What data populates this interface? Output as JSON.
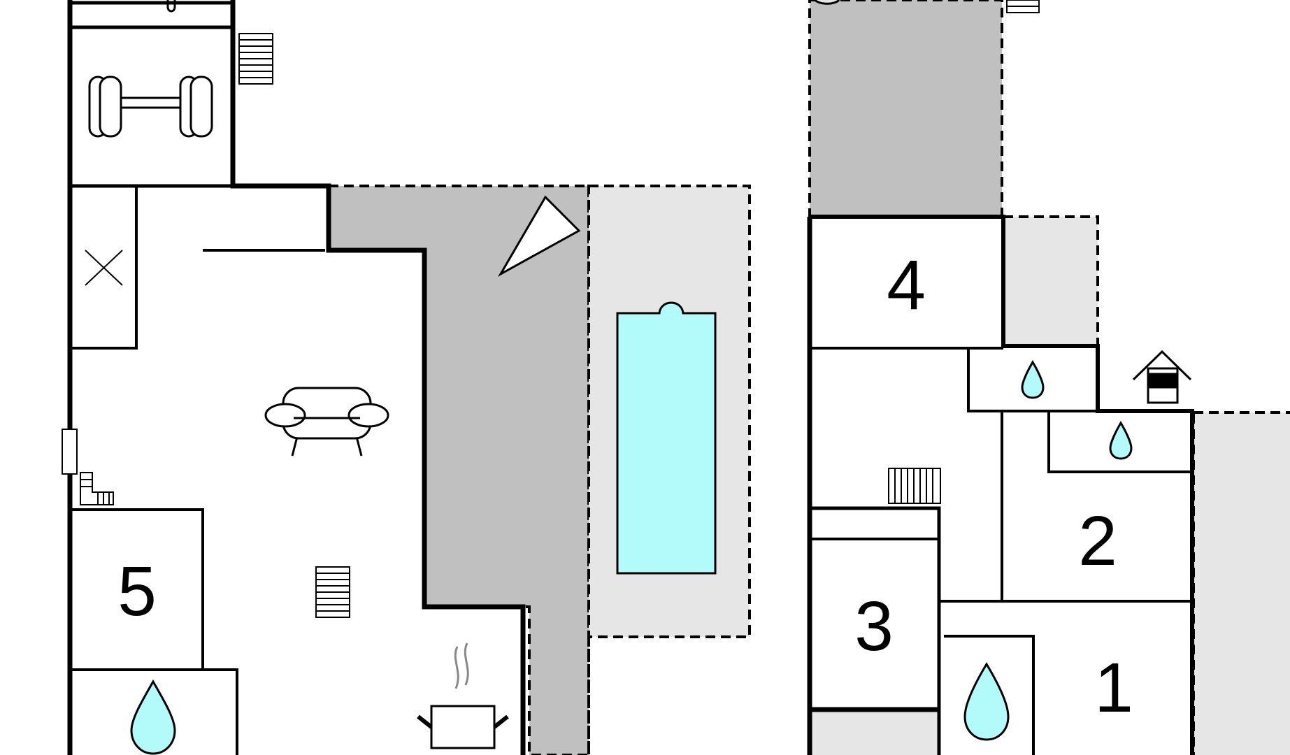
{
  "diagram": {
    "type": "floor-plan",
    "colors": {
      "wall": "#000000",
      "terrace": "#c0c0c0",
      "pool_deck": "#e6e6e6",
      "water": "#b3fafa",
      "background": "#ffffff"
    },
    "rooms": [
      {
        "id": "room-1",
        "label": "1"
      },
      {
        "id": "room-2",
        "label": "2"
      },
      {
        "id": "room-3",
        "label": "3"
      },
      {
        "id": "room-4",
        "label": "4"
      },
      {
        "id": "room-5",
        "label": "5"
      }
    ],
    "symbols": [
      "gym-dumbbell-icon",
      "sofa-icon",
      "cooking-pot-icon",
      "swimming-pool",
      "water-drop-icon",
      "stairs-icon",
      "doghouse-icon",
      "window-x-icon",
      "sun-lounger-icon"
    ]
  }
}
